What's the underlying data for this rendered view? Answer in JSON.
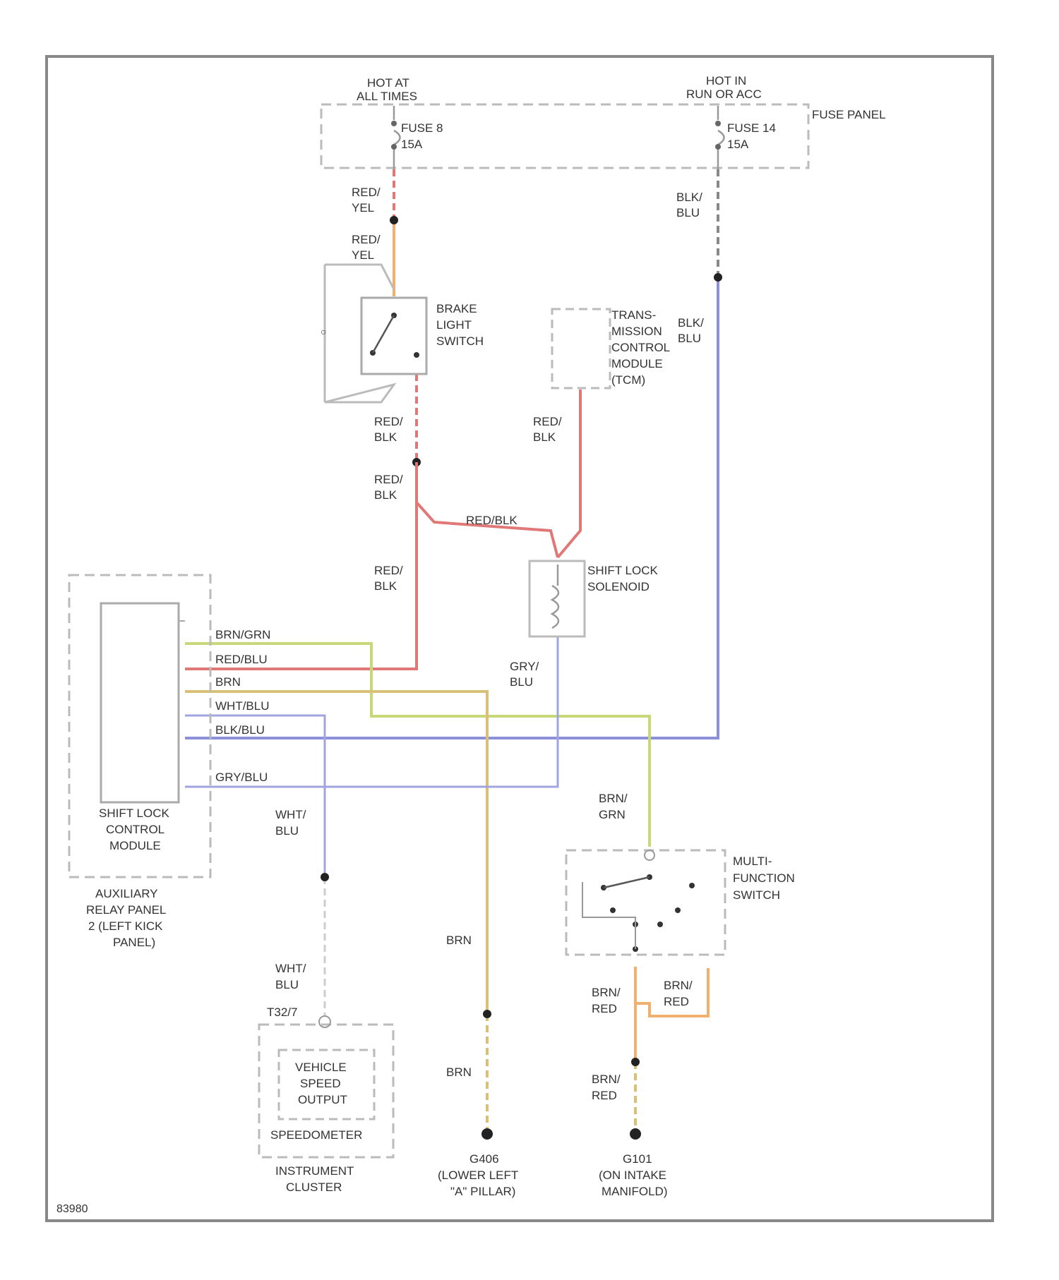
{
  "fuse_panel": {
    "label": "FUSE PANEL",
    "hot_left": [
      "HOT AT",
      "ALL TIMES"
    ],
    "hot_right": [
      "HOT IN",
      "RUN OR ACC"
    ],
    "fuse_left": [
      "FUSE 8",
      "15A"
    ],
    "fuse_right": [
      "FUSE 14",
      "15A"
    ]
  },
  "brake_light_switch": {
    "label": [
      "BRAKE",
      "LIGHT",
      "SWITCH"
    ]
  },
  "tcm": {
    "label": [
      "TRANS-",
      "MISSION",
      "CONTROL",
      "MODULE",
      "(TCM)"
    ]
  },
  "shift_lock_solenoid": {
    "label": [
      "SHIFT LOCK",
      "SOLENOID"
    ]
  },
  "shift_lock_control_module": {
    "label": [
      "SHIFT LOCK",
      "CONTROL",
      "MODULE"
    ]
  },
  "relay_panel": {
    "label": [
      "AUXILIARY",
      "RELAY PANEL",
      "2 (LEFT KICK",
      "PANEL)"
    ]
  },
  "multifunction_switch": {
    "label": [
      "MULTI-",
      "FUNCTION",
      "SWITCH"
    ]
  },
  "instrument_cluster": {
    "inner": [
      "VEHICLE",
      "SPEED",
      "OUTPUT"
    ],
    "speedometer": "SPEEDOMETER",
    "label": [
      "INSTRUMENT",
      "CLUSTER"
    ],
    "connector": "T32/7"
  },
  "ground_g406": {
    "label": [
      "G406",
      "(LOWER LEFT",
      "\"A\" PILLAR)"
    ]
  },
  "ground_g101": {
    "label": [
      "G101",
      "(ON INTAKE",
      "MANIFOLD)"
    ]
  },
  "wires": {
    "red_yel": [
      "RED/",
      "YEL"
    ],
    "red_blk": [
      "RED/",
      "BLK"
    ],
    "red_blk_inline": "RED/BLK",
    "blk_blu": [
      "BLK/",
      "BLU"
    ],
    "gry_blu": [
      "GRY/",
      "BLU"
    ],
    "wht_blu": [
      "WHT/",
      "BLU"
    ],
    "brn": "BRN",
    "brn_grn": [
      "BRN/",
      "GRN"
    ],
    "brn_red": [
      "BRN/",
      "RED"
    ],
    "module_pins": [
      "BRN/GRN",
      "RED/BLU",
      "BRN",
      "WHT/BLU",
      "BLK/BLU",
      "GRY/BLU"
    ]
  },
  "colors": {
    "red": "#e07878",
    "orange": "#f0b070",
    "blue": "#8c90d8",
    "green": "#c8d878",
    "tan": "#d8c078",
    "outline": "#bbbbbb"
  },
  "figure_id": "83980"
}
